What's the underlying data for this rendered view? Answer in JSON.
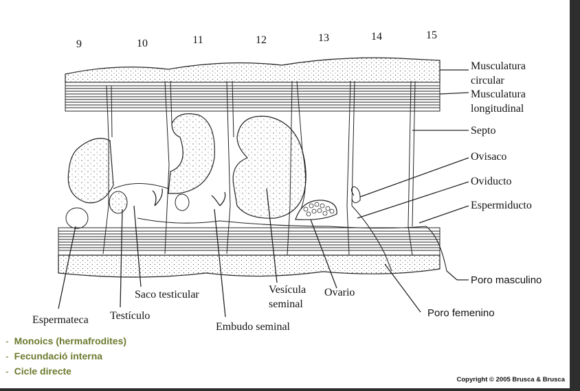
{
  "segments": [
    "9",
    "10",
    "11",
    "12",
    "13",
    "14",
    "15"
  ],
  "labels": {
    "circular": "Musculatura\ncircular",
    "longitudinal": "Musculatura\nlongitudinal",
    "septo": "Septo",
    "ovisaco": "Ovisaco",
    "oviducto": "Oviducto",
    "espermiducto": "Espermiducto",
    "poro_masculino": "Poro masculino",
    "poro_femenino": "Poro femenino",
    "ovario": "Ovario",
    "vesicula": "Vesícula\nseminal",
    "saco": "Saco testicular",
    "testiculo": "Testículo",
    "espermateca": "Espermateca",
    "embudo": "Embudo seminal"
  },
  "bullets": [
    "Monoics (hermafrodites)",
    "Fecundació interna",
    "Cicle directe"
  ],
  "copyright": "Copyright © 2005 Brusca & Brusca"
}
